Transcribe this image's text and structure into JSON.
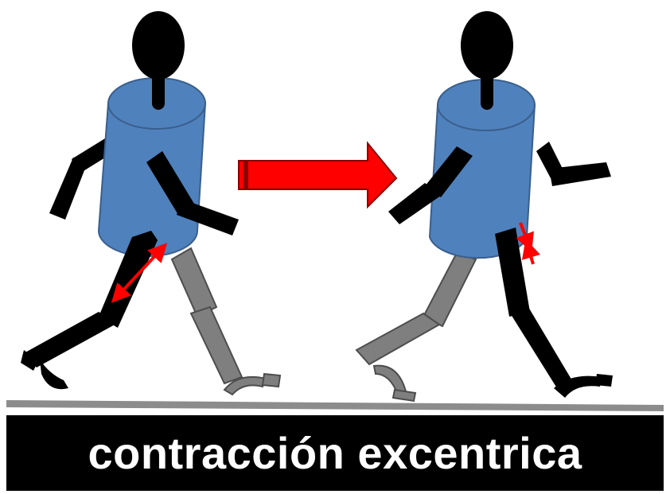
{
  "caption": "contracción excentrica",
  "colors": {
    "body_blue": "#4f81bd",
    "body_outline": "#3a5f8c",
    "limb_black": "#000000",
    "limb_gray": "#7f7f7f",
    "arrow_red": "#ff0000",
    "ground": "#8c8c8c",
    "caption_bg": "#000000",
    "caption_text": "#ffffff"
  },
  "figures": [
    {
      "pose": "left-leg-stretched",
      "muscle_indicator": "lengthening"
    },
    {
      "pose": "left-leg-planted",
      "muscle_indicator": "shortening"
    }
  ]
}
